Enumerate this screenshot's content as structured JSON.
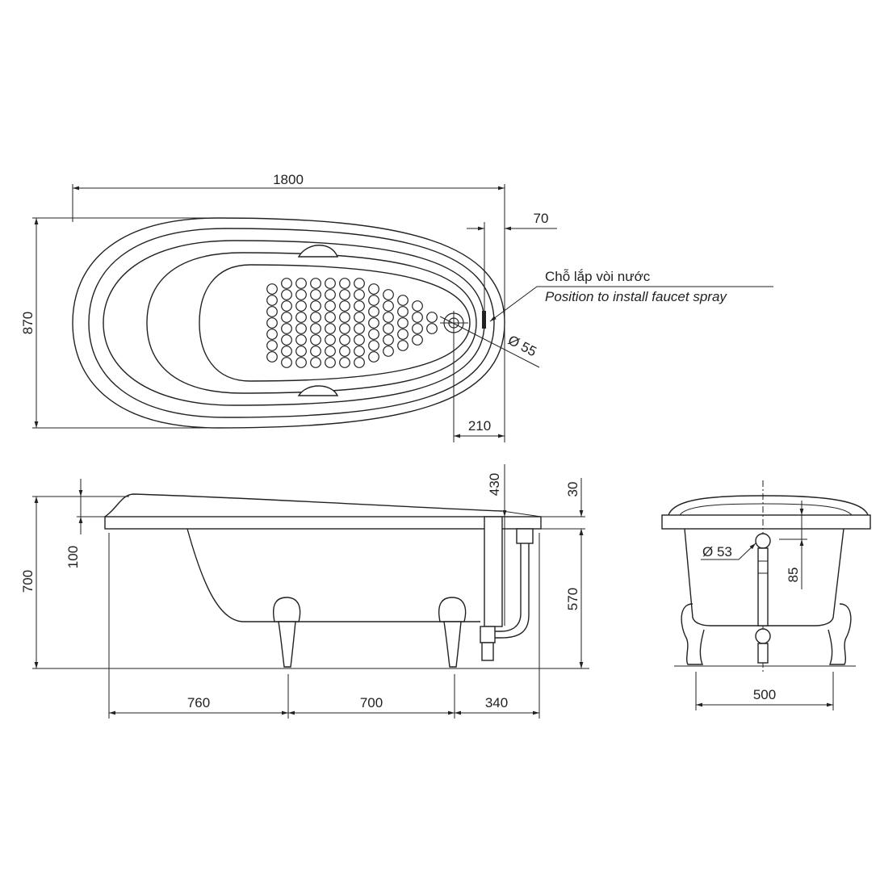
{
  "top_view": {
    "length": "1800",
    "width": "870",
    "faucet_offset": "70",
    "drain_offset": "210",
    "drain_diameter": "Ø 55",
    "faucet_label_vi": "Chỗ lắp vòi nước",
    "faucet_label_en": "Position to install faucet spray"
  },
  "side_view": {
    "total_height": "700",
    "headrest_rise": "100",
    "drain_depth": "430",
    "rim_thickness": "30",
    "rim_height": "570",
    "seg_left": "760",
    "seg_mid": "700",
    "seg_right": "340"
  },
  "front_view": {
    "overflow_diameter": "Ø 53",
    "overflow_offset": "85",
    "foot_spacing": "500"
  }
}
